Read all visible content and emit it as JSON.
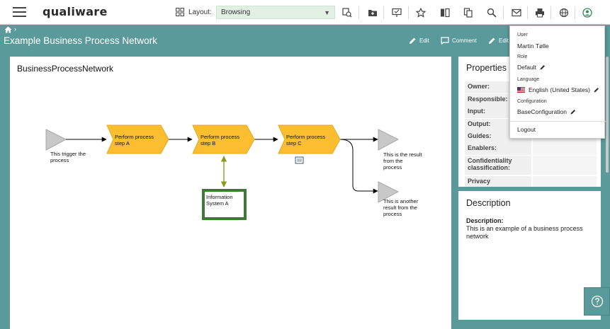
{
  "app": {
    "logo": "qualiware"
  },
  "toolbar": {
    "layout_label": "Layout:",
    "layout_value": "Browsing",
    "icons": [
      "copy-search-icon",
      "folder-icon",
      "present-icon",
      "star-icon",
      "compare-icon",
      "duplicate-icon",
      "search-icon",
      "mail-icon",
      "print-icon",
      "globe-icon",
      "user-icon"
    ]
  },
  "page": {
    "title": "Example Business Process Network",
    "actions": {
      "edit": "Edit",
      "comment": "Comment",
      "edit2": "Edit"
    }
  },
  "diagram": {
    "title": "BusinessProcessNetwork",
    "trigger_label": [
      "This trigger the",
      "process"
    ],
    "steps": [
      {
        "line1": "Perform process",
        "line2": "step A"
      },
      {
        "line1": "Perform process",
        "line2": "step B"
      },
      {
        "line1": "Perform process",
        "line2": "step C"
      }
    ],
    "info_system": [
      "Information",
      "System A"
    ],
    "result1": [
      "This is the result",
      "from the",
      "process"
    ],
    "result2": [
      "This is another",
      "result from the",
      "process"
    ],
    "colors": {
      "step_fill": "#fbbe30",
      "triangle": "#c8c8c8",
      "info_border": "#3e7a36",
      "link": "#8a9a1a"
    }
  },
  "properties": {
    "heading": "Properties",
    "rows": [
      {
        "key": "Owner:"
      },
      {
        "key": "Responsible:"
      },
      {
        "key": "Input:"
      },
      {
        "key": "Output:"
      },
      {
        "key": "Guides:"
      },
      {
        "key": "Enablers:"
      },
      {
        "key": "Confidentiality classification:"
      },
      {
        "key": "Privacy"
      }
    ]
  },
  "description": {
    "heading": "Description",
    "label": "Description:",
    "text": "This is an example of a business process network"
  },
  "user_menu": {
    "user_label": "User",
    "user_name": "Martin Tølle",
    "role_label": "Role",
    "role_value": "Default",
    "language_label": "Language",
    "language_value": "English (United States)",
    "configuration_label": "Configuration",
    "configuration_value": "BaseConfiguration",
    "logout": "Logout"
  },
  "colors": {
    "accent": "#5b9a9a",
    "select_bg": "#e3f1e5"
  }
}
